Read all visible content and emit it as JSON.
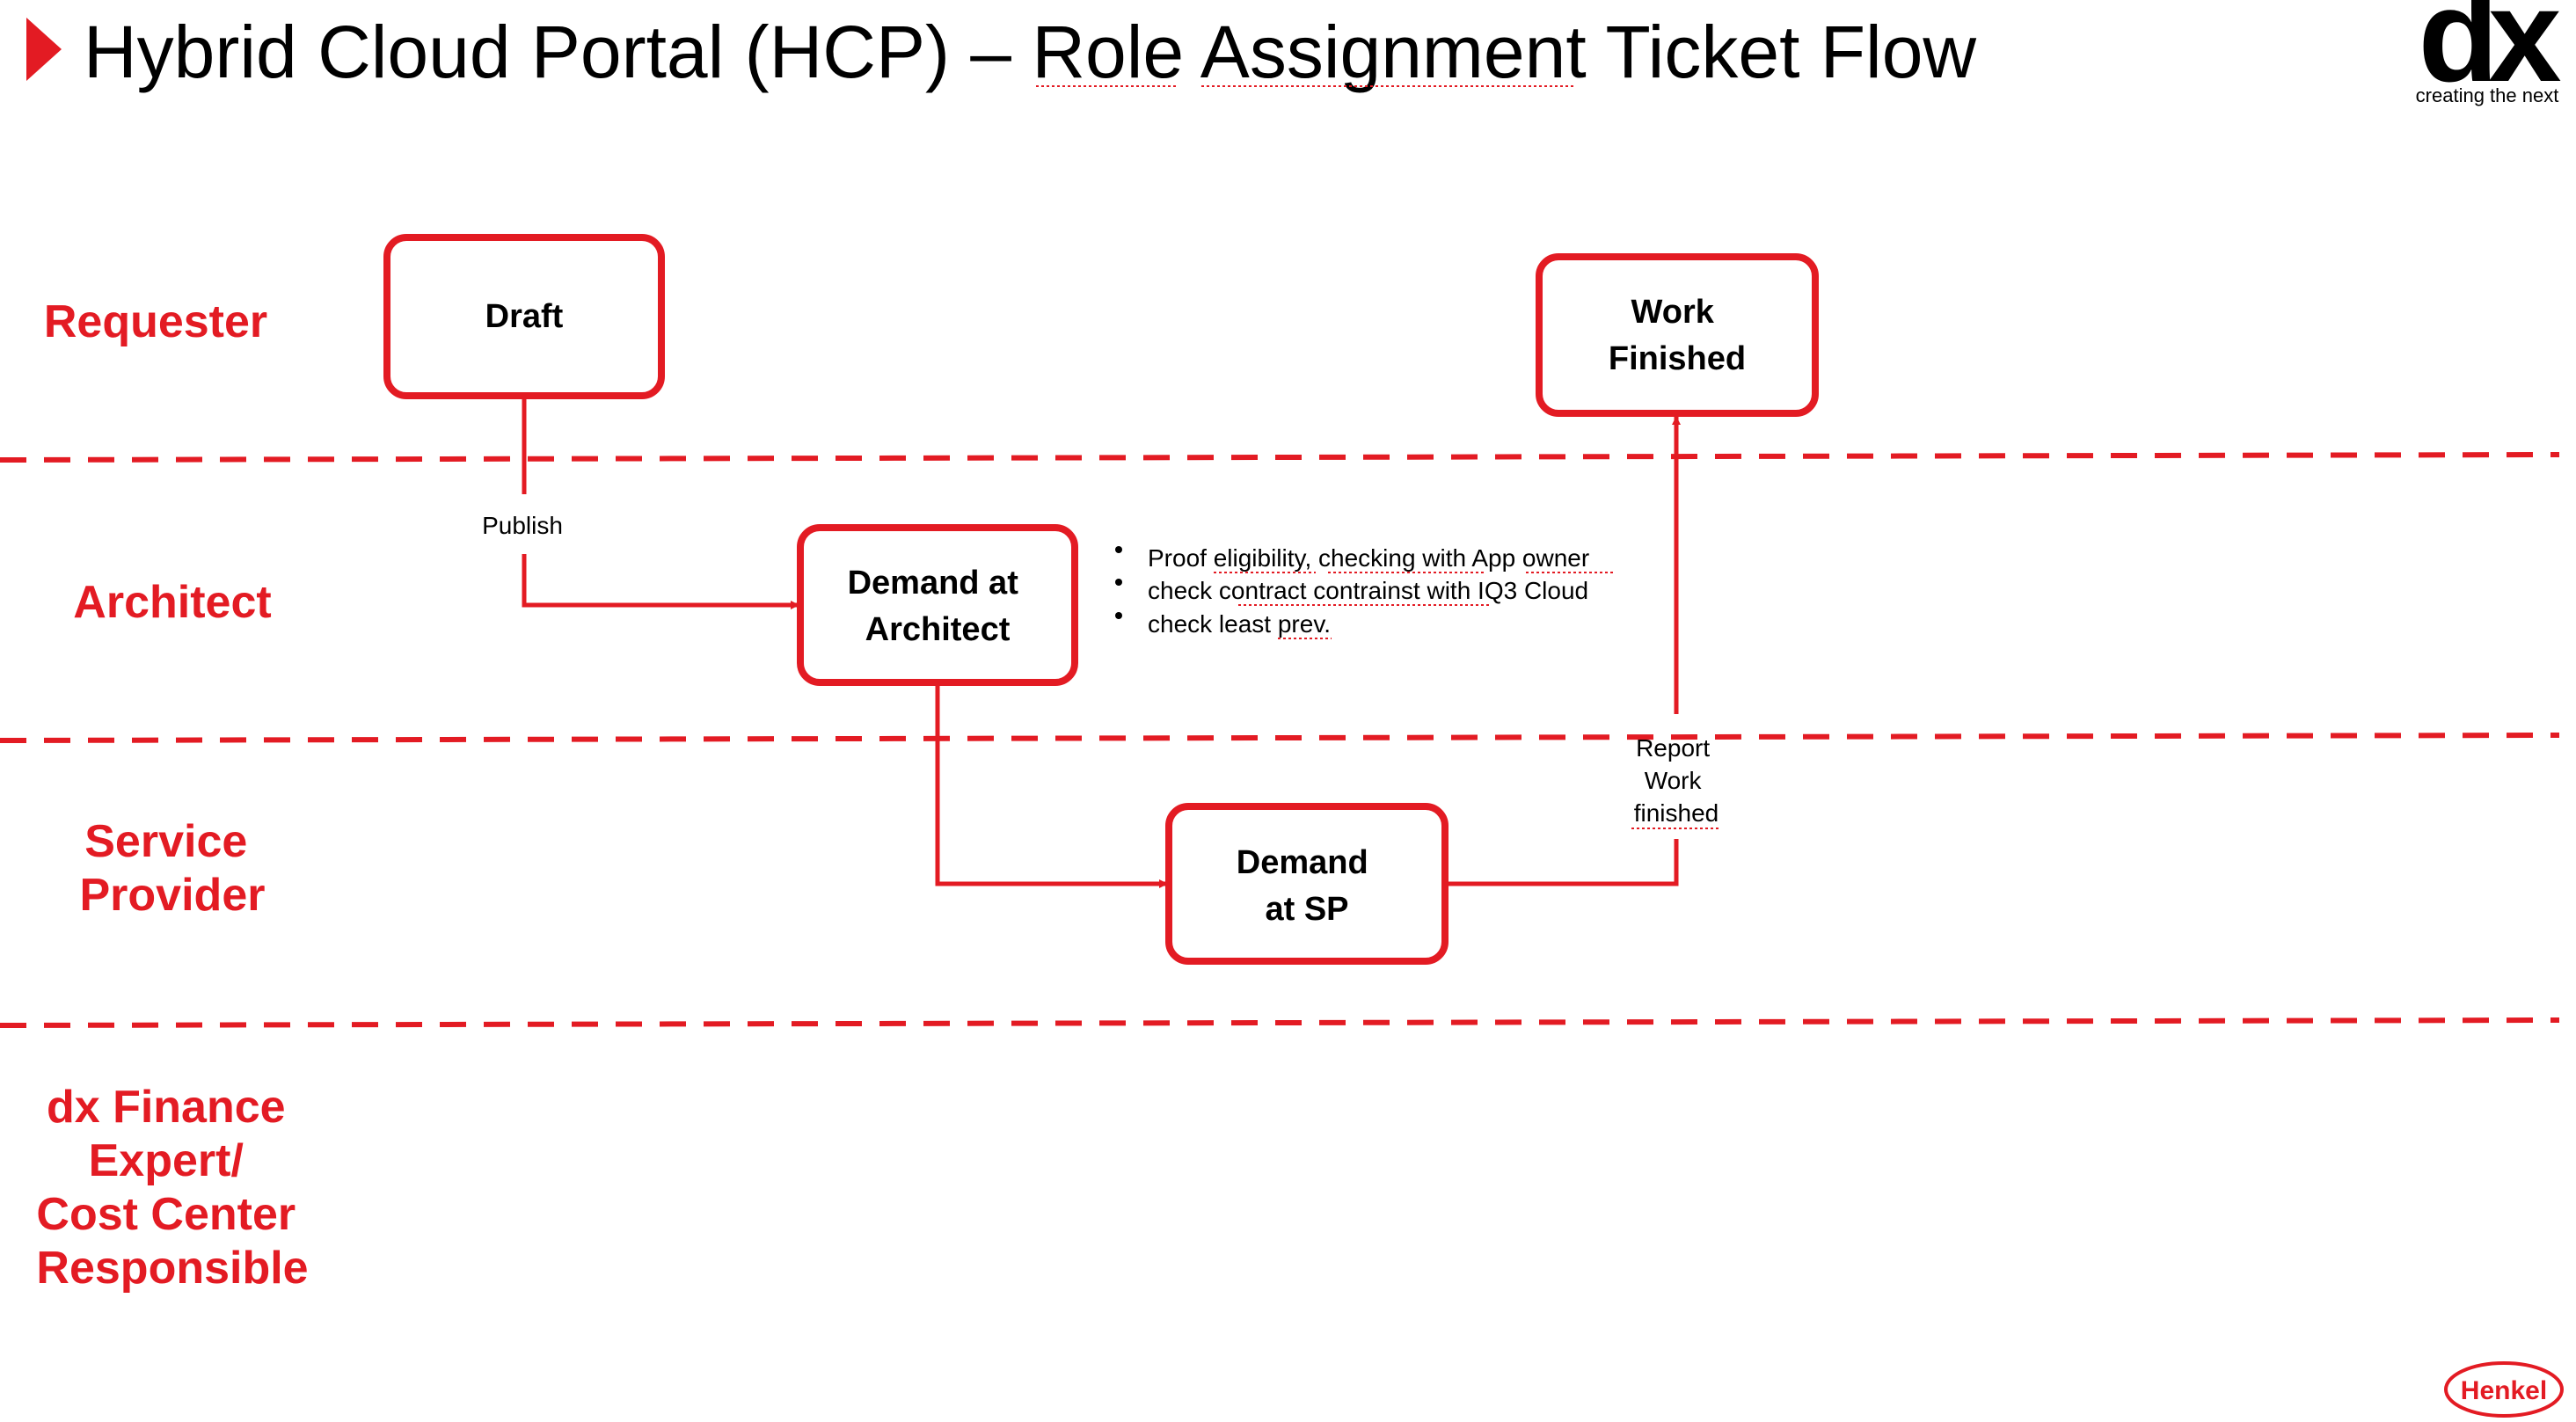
{
  "title": {
    "part1": "Hybrid Cloud Portal (HCP) – ",
    "part2": "Role Assignment Ticket Flow"
  },
  "brand": {
    "logo_text": "dx",
    "tagline": "creating the next",
    "footer_logo": "Henkel",
    "accent_color": "#e31b23"
  },
  "lanes": [
    {
      "id": "requester",
      "lines": [
        "Requester"
      ]
    },
    {
      "id": "architect",
      "lines": [
        "Architect"
      ]
    },
    {
      "id": "service-provider",
      "lines": [
        "Service",
        "Provider"
      ]
    },
    {
      "id": "finance",
      "lines": [
        "dx Finance",
        "Expert/",
        "Cost Center",
        "Responsible"
      ]
    }
  ],
  "nodes": {
    "draft": {
      "lines": [
        "Draft"
      ]
    },
    "demand_architect": {
      "lines": [
        "Demand at",
        "Architect"
      ]
    },
    "demand_sp": {
      "lines": [
        "Demand",
        "at SP"
      ]
    },
    "work_finished": {
      "lines": [
        "Work",
        "Finished"
      ]
    }
  },
  "edges": {
    "publish": {
      "lines": [
        "Publish"
      ]
    },
    "report": {
      "lines": [
        "Report",
        "Work",
        "finished"
      ]
    }
  },
  "notes": [
    "Proof eligibility, checking with App owner",
    "check contract contrainst with IQ3 Cloud",
    "check least prev."
  ]
}
